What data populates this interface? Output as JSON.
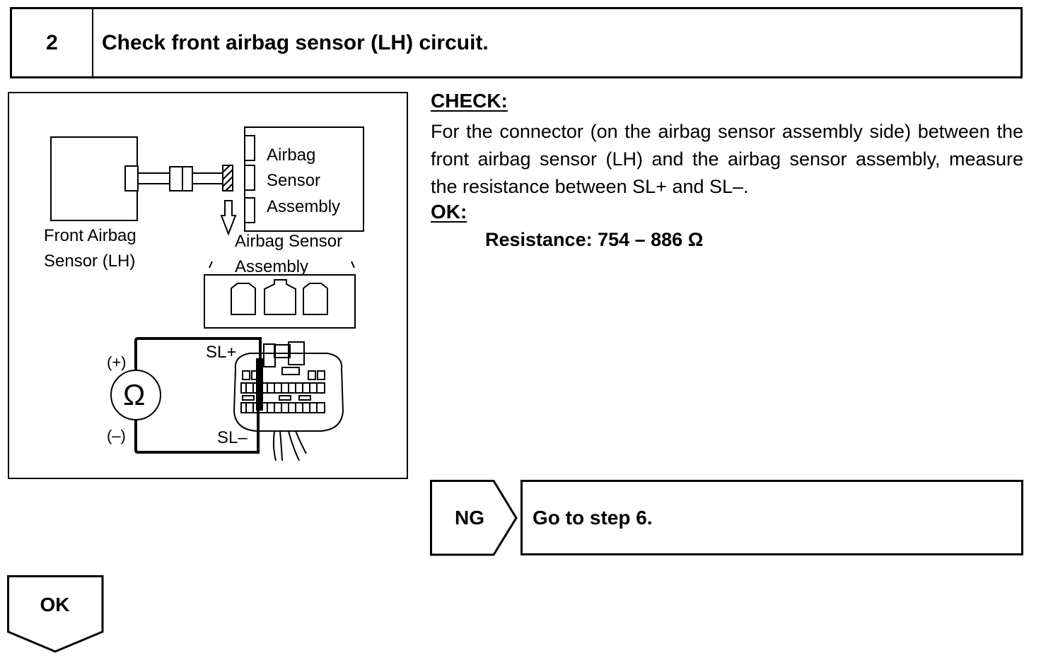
{
  "step": {
    "number": "2",
    "title": "Check front airbag sensor (LH) circuit."
  },
  "figure": {
    "front_sensor_label_line1": "Front Airbag",
    "front_sensor_label_line2": "Sensor (LH)",
    "assembly_box_line1": "Airbag",
    "assembly_box_line2": "Sensor",
    "assembly_box_line3": "Assembly",
    "connector_label_line1": "Airbag Sensor",
    "connector_label_line2": "Assembly",
    "meter_symbol": "Ω",
    "plus_label": "(+)",
    "minus_label": "(–)",
    "terminal_plus": "SL+",
    "terminal_minus": "SL–"
  },
  "check": {
    "heading": "CHECK:",
    "body": "For the connector (on the airbag sensor assembly side) between the front airbag sensor (LH) and the airbag sensor assembly, measure the resistance between SL+ and SL–."
  },
  "ok": {
    "heading": "OK:",
    "spec": "Resistance: 754 – 886 Ω"
  },
  "ng_branch": {
    "label": "NG",
    "action": "Go to step 6."
  },
  "ok_branch": {
    "label": "OK"
  }
}
